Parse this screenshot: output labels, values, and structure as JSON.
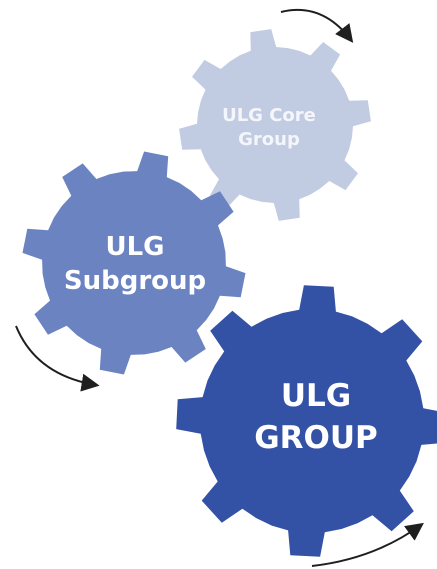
{
  "gears": {
    "core": {
      "line1": "ULG Core",
      "line2": "Group",
      "color": "#c1cbe2"
    },
    "subgroup": {
      "line1": "ULG",
      "line2": "Subgroup",
      "color": "#6b83c1"
    },
    "group": {
      "line1": "ULG",
      "line2": "GROUP",
      "color": "#3452a5"
    }
  },
  "arrow_color": "#1f1f1f",
  "background": "#ffffff"
}
